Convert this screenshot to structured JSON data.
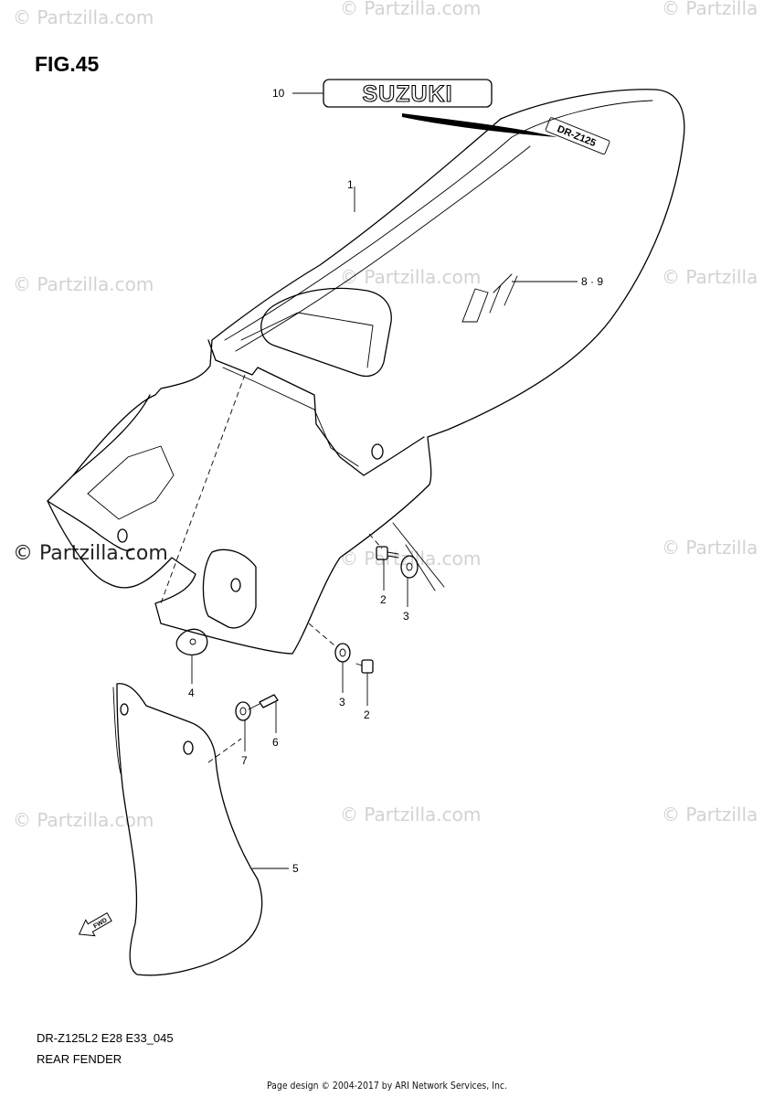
{
  "figure": {
    "title": "FIG.45",
    "model_code": "DR-Z125L2 E28 E33_045",
    "section": "REAR FENDER"
  },
  "watermark": {
    "text": "© Partzilla.com",
    "text_clip_top": "© Partzilla",
    "text_clip_right": "© Partzilla"
  },
  "decals": {
    "brand": "SUZUKI",
    "model_badge": "DR-Z125"
  },
  "callouts": {
    "c1": "1",
    "c2a": "2",
    "c2b": "2",
    "c3a": "3",
    "c3b": "3",
    "c4": "4",
    "c5": "5",
    "c6": "6",
    "c7": "7",
    "c89": "8 · 9",
    "c10": "10"
  },
  "direction_marker": "FWD",
  "credit": "Page design © 2004-2017 by ARI Network Services, Inc."
}
